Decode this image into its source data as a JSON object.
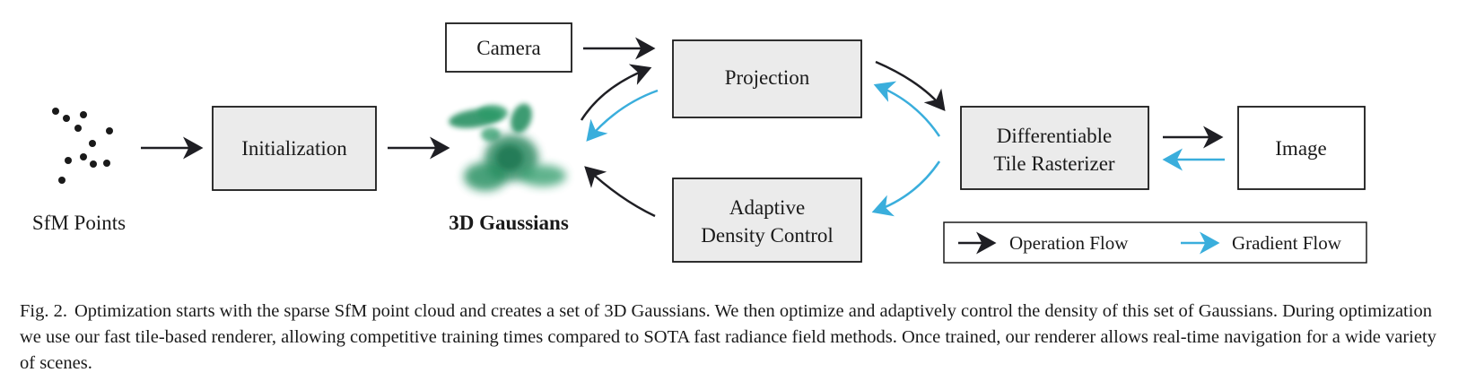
{
  "nodes": {
    "sfm_points": "SfM Points",
    "initialization": "Initialization",
    "gaussians": "3D Gaussians",
    "camera": "Camera",
    "projection": "Projection",
    "adaptive_line1": "Adaptive",
    "adaptive_line2": "Density Control",
    "rasterizer_line1": "Differentiable",
    "rasterizer_line2": "Tile Rasterizer",
    "image": "Image"
  },
  "legend": {
    "operation_flow": "Operation Flow",
    "gradient_flow": "Gradient Flow"
  },
  "colors": {
    "box_fill": "#ebebeb",
    "box_stroke": "#1a1a1a",
    "operation_arrow": "#1f1f24",
    "gradient_arrow": "#3aaedc",
    "gaussian_green": "#1f8a5a"
  },
  "caption": {
    "figure_number": "Fig. 2.",
    "text": "Optimization starts with the sparse SfM point cloud and creates a set of 3D Gaussians. We then optimize and adaptively control the density of this set of Gaussians. During optimization we use our fast tile-based renderer, allowing competitive training times compared to SOTA fast radiance field methods. Once trained, our renderer allows real-time navigation for a wide variety of scenes."
  }
}
